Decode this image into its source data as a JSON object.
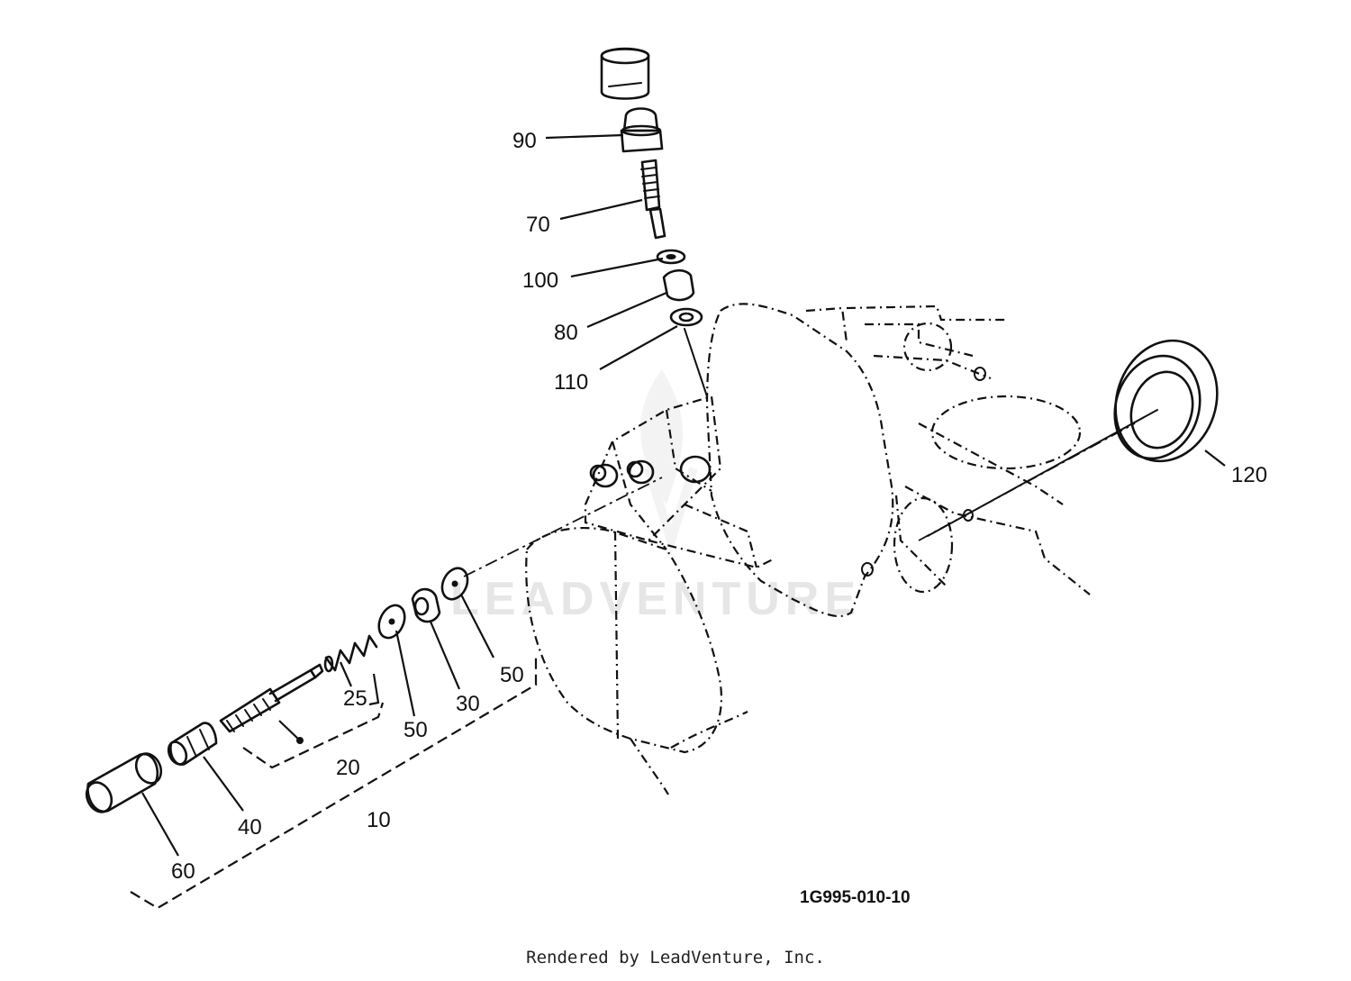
{
  "callouts": {
    "c90": "90",
    "c70": "70",
    "c100": "100",
    "c80": "80",
    "c110": "110",
    "c120": "120",
    "c25": "25",
    "c50a": "50",
    "c30": "30",
    "c50b": "50",
    "c20": "20",
    "c40": "40",
    "c10": "10",
    "c60": "60"
  },
  "drawing_code": "1G995-010-10",
  "watermark": "LEADVENTURE",
  "footer": "Rendered by LeadVenture, Inc."
}
